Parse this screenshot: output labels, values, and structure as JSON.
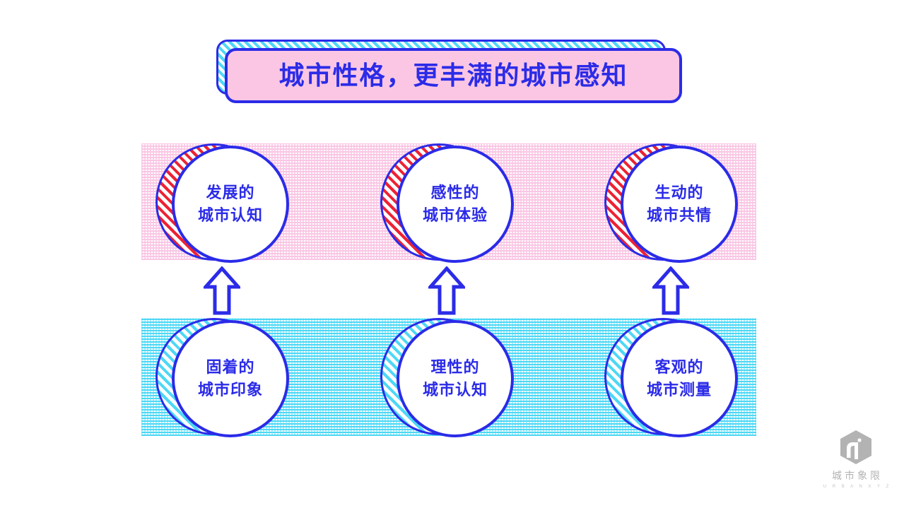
{
  "slide": {
    "title": "城市性格，更丰满的城市感知",
    "background_color": "#FFFFFF"
  },
  "colors": {
    "primary_blue": "#2B2BE8",
    "pink_fill": "#FAC6E4",
    "cyan_hatch": "#4DD8F5",
    "red_hatch": "#EE2233",
    "logo_gray": "#B3B3B3"
  },
  "bands": {
    "top": {
      "label": "top-pink-band",
      "fill_color": "#FAC6E4",
      "pattern": "dotted"
    },
    "bottom": {
      "label": "bottom-cyan-band",
      "fill_color": "#4DD8F5",
      "pattern": "dotted"
    }
  },
  "top_row": [
    {
      "line1": "发展的",
      "line2": "城市认知",
      "hatch": "red"
    },
    {
      "line1": "感性的",
      "line2": "城市体验",
      "hatch": "red"
    },
    {
      "line1": "生动的",
      "line2": "城市共情",
      "hatch": "red"
    }
  ],
  "bottom_row": [
    {
      "line1": "固着的",
      "line2": "城市印象",
      "hatch": "cyan"
    },
    {
      "line1": "理性的",
      "line2": "城市认知",
      "hatch": "cyan"
    },
    {
      "line1": "客观的",
      "line2": "城市测量",
      "hatch": "cyan"
    }
  ],
  "arrows": [
    {
      "direction": "up",
      "from": "固着的城市印象",
      "to": "发展的城市认知"
    },
    {
      "direction": "up",
      "from": "理性的城市认知",
      "to": "感性的城市体验"
    },
    {
      "direction": "up",
      "from": "客观的城市测量",
      "to": "生动的城市共情"
    }
  ],
  "logo": {
    "name_cn": "城市象限",
    "name_en": "U R B A N X Y Z"
  }
}
